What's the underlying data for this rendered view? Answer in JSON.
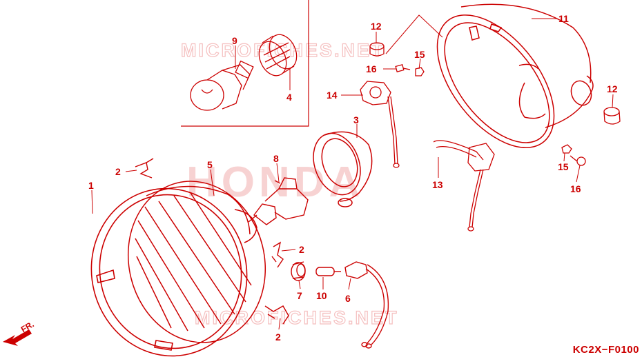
{
  "colors": {
    "line": "#cc0000",
    "watermark": "#f5c6c6",
    "background": "#ffffff"
  },
  "watermark": {
    "brand": "HONDA",
    "site": "MICROFICHES.NET"
  },
  "direction_indicator": {
    "label": "FR.",
    "icon": "arrow-down-left-icon"
  },
  "footer": {
    "code": "KC2X−F0100"
  },
  "callouts": [
    {
      "id": "c-9",
      "label": "9"
    },
    {
      "id": "c-4",
      "label": "4"
    },
    {
      "id": "c-12a",
      "label": "12"
    },
    {
      "id": "c-15a",
      "label": "15"
    },
    {
      "id": "c-16a",
      "label": "16"
    },
    {
      "id": "c-14",
      "label": "14"
    },
    {
      "id": "c-11",
      "label": "11"
    },
    {
      "id": "c-12b",
      "label": "12"
    },
    {
      "id": "c-3",
      "label": "3"
    },
    {
      "id": "c-2a",
      "label": "2"
    },
    {
      "id": "c-5",
      "label": "5"
    },
    {
      "id": "c-8",
      "label": "8"
    },
    {
      "id": "c-1",
      "label": "1"
    },
    {
      "id": "c-13",
      "label": "13"
    },
    {
      "id": "c-15b",
      "label": "15"
    },
    {
      "id": "c-16b",
      "label": "16"
    },
    {
      "id": "c-2b",
      "label": "2"
    },
    {
      "id": "c-7",
      "label": "7"
    },
    {
      "id": "c-10",
      "label": "10"
    },
    {
      "id": "c-6",
      "label": "6"
    },
    {
      "id": "c-2c",
      "label": "2"
    }
  ]
}
